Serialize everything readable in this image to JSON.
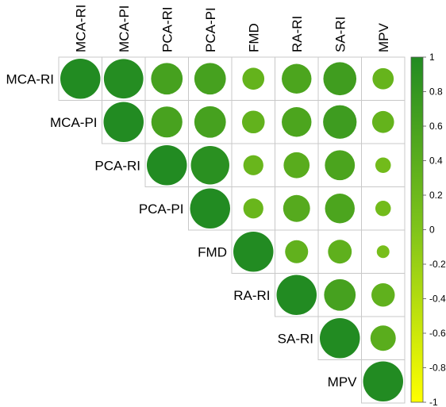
{
  "chart_data": {
    "type": "heatmap",
    "variables": [
      "MCA-RI",
      "MCA-PI",
      "PCA-RI",
      "PCA-PI",
      "FMD",
      "RA-RI",
      "SA-RI",
      "MPV"
    ],
    "layout": "upper-triangle",
    "marker": "circle",
    "values": [
      [
        1.0,
        0.97,
        0.62,
        0.62,
        0.3,
        0.55,
        0.68,
        0.28
      ],
      [
        null,
        1.0,
        0.6,
        0.62,
        0.32,
        0.55,
        0.7,
        0.3
      ],
      [
        null,
        null,
        1.0,
        0.92,
        0.25,
        0.42,
        0.56,
        0.15
      ],
      [
        null,
        null,
        null,
        1.0,
        0.25,
        0.45,
        0.55,
        0.15
      ],
      [
        null,
        null,
        null,
        null,
        1.0,
        0.33,
        0.35,
        0.1
      ],
      [
        null,
        null,
        null,
        null,
        null,
        1.0,
        0.62,
        0.34
      ],
      [
        null,
        null,
        null,
        null,
        null,
        null,
        1.0,
        0.4
      ],
      [
        null,
        null,
        null,
        null,
        null,
        null,
        null,
        1.0
      ]
    ],
    "colorbar": {
      "range": [
        -1,
        1
      ],
      "ticks": [
        "1",
        "0.8",
        "0.6",
        "0.4",
        "0.2",
        "0",
        "-0.2",
        "-0.4",
        "-0.6",
        "-0.8",
        "-1"
      ],
      "colors": [
        "#ffff00",
        "#80c41a",
        "#228b22"
      ]
    }
  }
}
